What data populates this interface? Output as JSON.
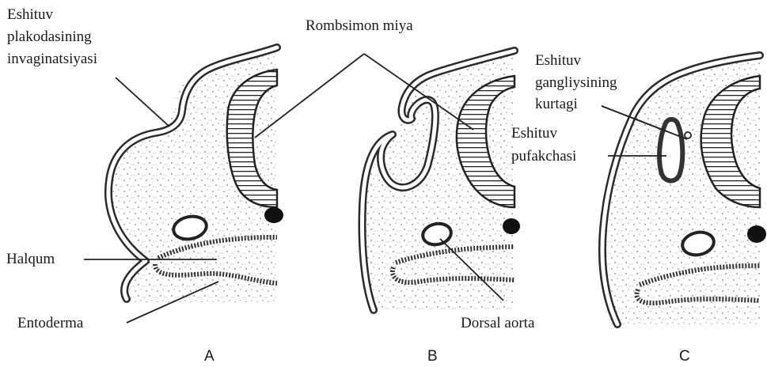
{
  "labels": {
    "plakoda_line1": "Eshituv",
    "plakoda_line2": "plakodasining",
    "plakoda_line3": "invaginatsiyasi",
    "rombsimon": "Rombsimon miya",
    "ganglion_line1": "Eshituv",
    "ganglion_line2": "gangliysining",
    "ganglion_line3": "kurtagi",
    "vesicle_line1": "Eshituv",
    "vesicle_line2": "pufakchasi",
    "halqum": "Halqum",
    "entoderma": "Entoderma",
    "dorsal_aorta": "Dorsal aorta"
  },
  "panels": {
    "a": "A",
    "b": "B",
    "c": "C"
  }
}
